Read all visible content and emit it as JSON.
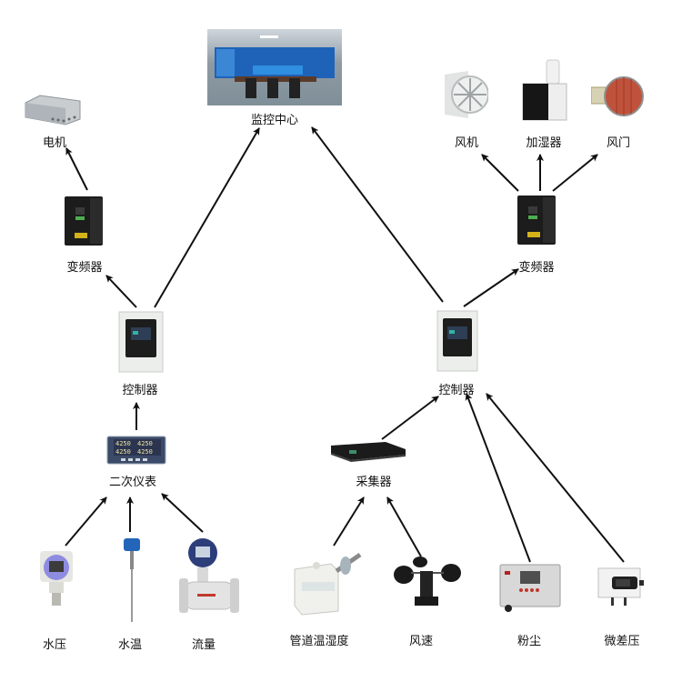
{
  "diagram": {
    "nodes": {
      "monitor_center": {
        "label": "监控中心"
      },
      "motor": {
        "label": "电机"
      },
      "vfd_left": {
        "label": "变频器"
      },
      "controller_left": {
        "label": "控制器"
      },
      "secondary_meter": {
        "label": "二次仪表",
        "display_values": [
          "4250",
          "4250",
          "4250",
          "4250"
        ]
      },
      "water_pressure": {
        "label": "水压"
      },
      "water_temp": {
        "label": "水温"
      },
      "flow": {
        "label": "流量"
      },
      "fan": {
        "label": "风机"
      },
      "humidifier": {
        "label": "加湿器"
      },
      "damper": {
        "label": "风门"
      },
      "vfd_right": {
        "label": "变频器"
      },
      "controller_right": {
        "label": "控制器"
      },
      "collector": {
        "label": "采集器"
      },
      "duct_temp_humidity": {
        "label": "管道温湿度"
      },
      "wind_speed": {
        "label": "风速"
      },
      "dust": {
        "label": "粉尘"
      },
      "diff_pressure": {
        "label": "微差压"
      }
    },
    "edges": [
      {
        "from": "vfd_left",
        "to": "motor"
      },
      {
        "from": "controller_left",
        "to": "vfd_left"
      },
      {
        "from": "controller_left",
        "to": "monitor_center"
      },
      {
        "from": "secondary_meter",
        "to": "controller_left"
      },
      {
        "from": "water_pressure",
        "to": "secondary_meter"
      },
      {
        "from": "water_temp",
        "to": "secondary_meter"
      },
      {
        "from": "flow",
        "to": "secondary_meter"
      },
      {
        "from": "controller_right",
        "to": "monitor_center"
      },
      {
        "from": "controller_right",
        "to": "vfd_right"
      },
      {
        "from": "vfd_right",
        "to": "fan"
      },
      {
        "from": "vfd_right",
        "to": "humidifier"
      },
      {
        "from": "vfd_right",
        "to": "damper"
      },
      {
        "from": "collector",
        "to": "controller_right"
      },
      {
        "from": "duct_temp_humidity",
        "to": "collector"
      },
      {
        "from": "wind_speed",
        "to": "collector"
      },
      {
        "from": "dust",
        "to": "controller_right"
      },
      {
        "from": "diff_pressure",
        "to": "controller_right"
      }
    ]
  }
}
